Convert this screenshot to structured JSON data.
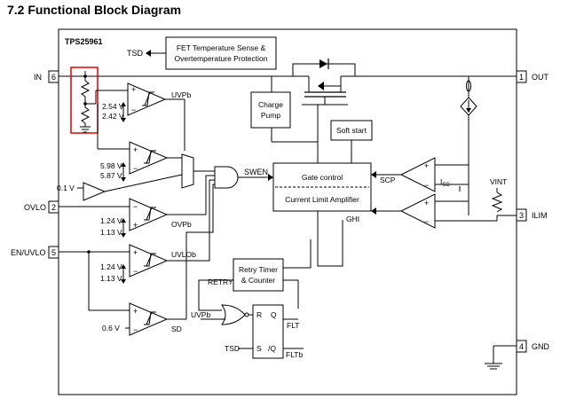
{
  "section_title": "7.2 Functional Block Diagram",
  "chip": {
    "name": "TPS25961"
  },
  "pins": {
    "in": {
      "label": "IN",
      "num": "6"
    },
    "ovlo": {
      "label": "OVLO",
      "num": "2"
    },
    "en": {
      "label": "EN/UVLO",
      "num": "5"
    },
    "out": {
      "label": "OUT",
      "num": "1"
    },
    "ilim": {
      "label": "ILIM",
      "num": "3"
    },
    "gnd": {
      "label": "GND",
      "num": "4"
    }
  },
  "blocks": {
    "fet_temp_1": "FET Temperature Sense &",
    "fet_temp_2": "Overtemperature Protection",
    "charge_pump_1": "Charge",
    "charge_pump_2": "Pump",
    "soft_start": "Soft start",
    "gate_control": "Gate control",
    "current_limit": "Current Limit Amplifier",
    "retry_timer_1": "Retry Timer",
    "retry_timer_2": "& Counter"
  },
  "thresholds": {
    "uv_hi": "2.54 V",
    "uv_lo": "2.42 V",
    "ov_hi": "5.98 V",
    "ov_lo": "5.87 V",
    "ref_01": "0.1 V",
    "ovlo_hi": "1.24 V",
    "ovlo_lo": "1.13 V",
    "uvlo_hi": "1.24 V",
    "uvlo_lo": "1.13 V",
    "sd_ref": "0.6 V"
  },
  "signals": {
    "tsd": "TSD",
    "uvpb": "UVPb",
    "ovpb": "OVPb",
    "uvlob": "UVLOb",
    "sd": "SD",
    "swen": "SWEN",
    "scp": "SCP",
    "isc": "I",
    "isc_sub": "SC",
    "vint": "VINT",
    "ghi": "GHI",
    "retry": "RETRY",
    "uvpb2": "UVPb",
    "tsd2": "TSD",
    "flt": "FLT",
    "fltb": "FLTb",
    "latch_r": "R",
    "latch_s": "S",
    "latch_q": "Q",
    "latch_qb": "/Q"
  },
  "colors": {
    "highlight": "#e00000",
    "line": "#000000"
  }
}
